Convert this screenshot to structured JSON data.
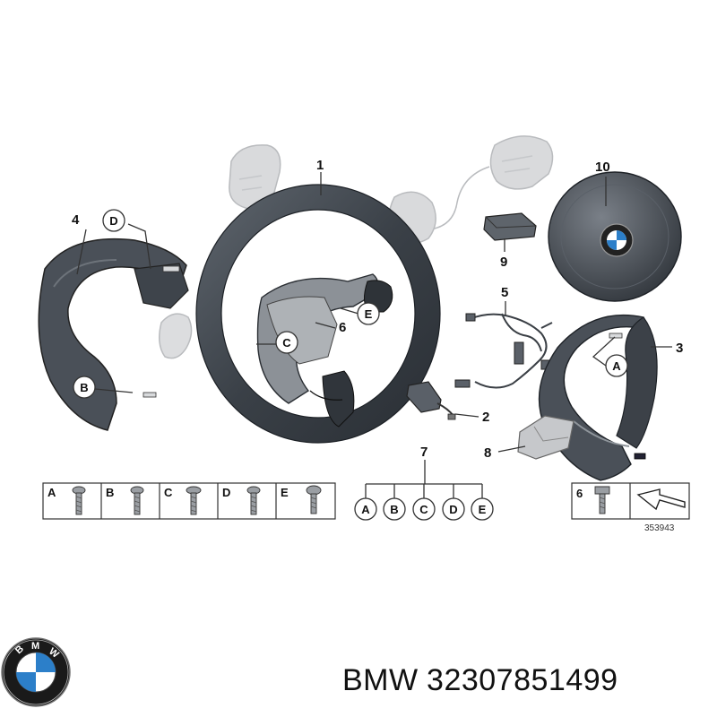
{
  "diagram": {
    "callouts": {
      "wheel": "1",
      "wire_switch": "2",
      "right_trim": "3",
      "left_trim": "4",
      "harness": "5",
      "screw_center": "6",
      "kit": "7",
      "bracket": "8",
      "module": "9",
      "airbag": "10"
    },
    "letters": {
      "left_upper": "D",
      "left_lower": "B",
      "center_lower": "C",
      "center_right": "E",
      "right_trim": "A"
    },
    "legend": [
      {
        "letter": "A"
      },
      {
        "letter": "B"
      },
      {
        "letter": "C"
      },
      {
        "letter": "D"
      },
      {
        "letter": "E"
      }
    ],
    "kit_number": "7",
    "kit_letters": [
      "A",
      "B",
      "C",
      "D",
      "E"
    ],
    "right_box_number": "6",
    "ref_number": "353943"
  },
  "footer": {
    "brand": "BMW",
    "part_number": "32307851499"
  },
  "colors": {
    "line": "#333333",
    "part_dark": "#3b4046",
    "part_mid": "#5a6068",
    "ghost": "#c9cbce",
    "logo_blue": "#2c7fc9"
  }
}
